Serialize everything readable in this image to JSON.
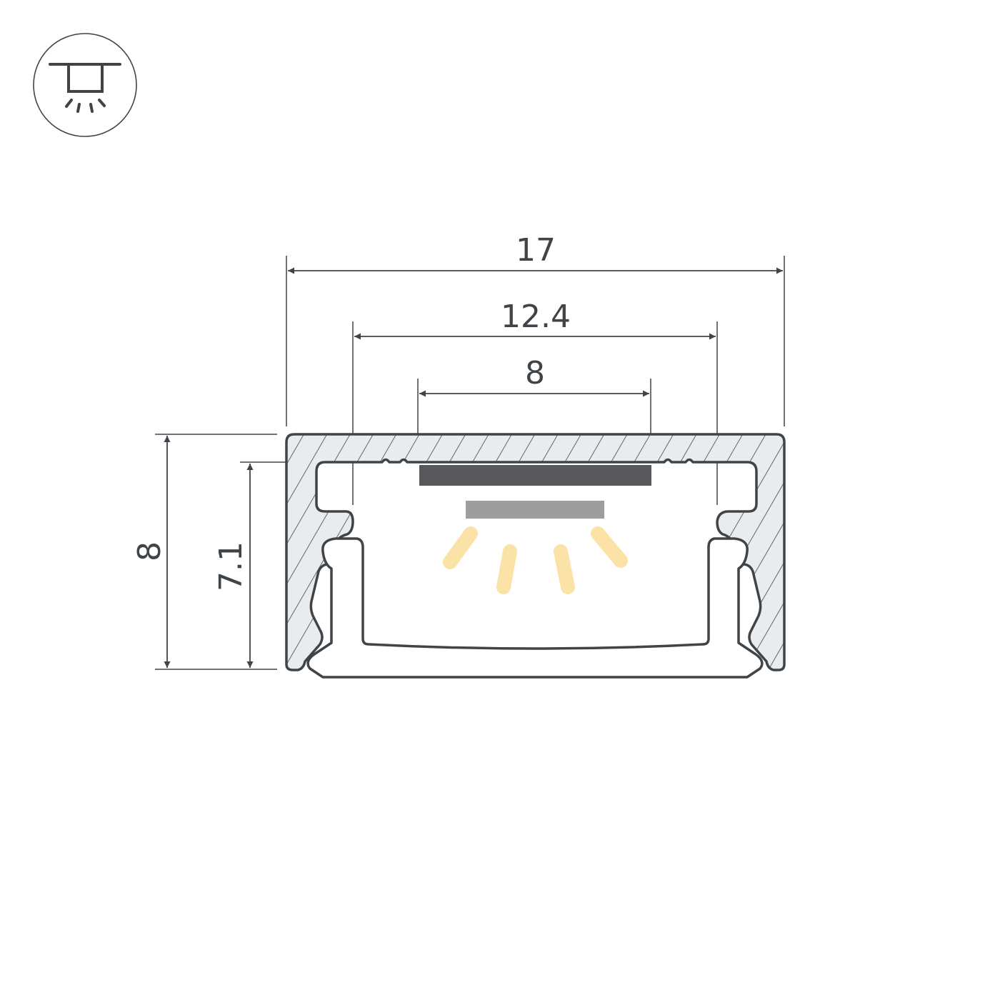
{
  "diagram": {
    "type": "led-profile-cross-section",
    "mount_icon": "surface-mount-light-icon",
    "units": "mm",
    "dimensions": {
      "overall_width": "17",
      "inner_width": "12.4",
      "strip_width": "8",
      "overall_height": "8",
      "inner_height": "7.1"
    },
    "colors": {
      "line": "#3f4448",
      "hatch_fill": "#e9ebed",
      "pcb": "#58585a",
      "led": "#9d9d9d",
      "light_rays": "#fbe3a8"
    }
  }
}
